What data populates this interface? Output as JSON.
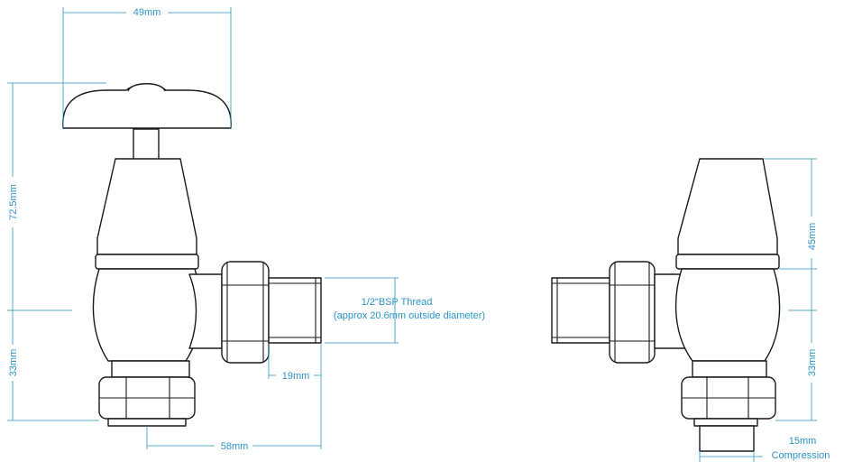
{
  "colors": {
    "dimension": "#2a94c9",
    "outline": "#1a1a1a"
  },
  "dimensions": {
    "handle_width": "49mm",
    "overall_height": "72.5mm",
    "base_height_left": "33mm",
    "thread_length": "19mm",
    "total_length": "58mm",
    "body_height_right": "45mm",
    "base_height_right": "33mm",
    "pipe_size": "15mm",
    "pipe_type": "Compression"
  },
  "annotations": {
    "thread_title": "1/2\"BSP Thread",
    "thread_note": "(approx 20.6mm outside diameter)"
  }
}
